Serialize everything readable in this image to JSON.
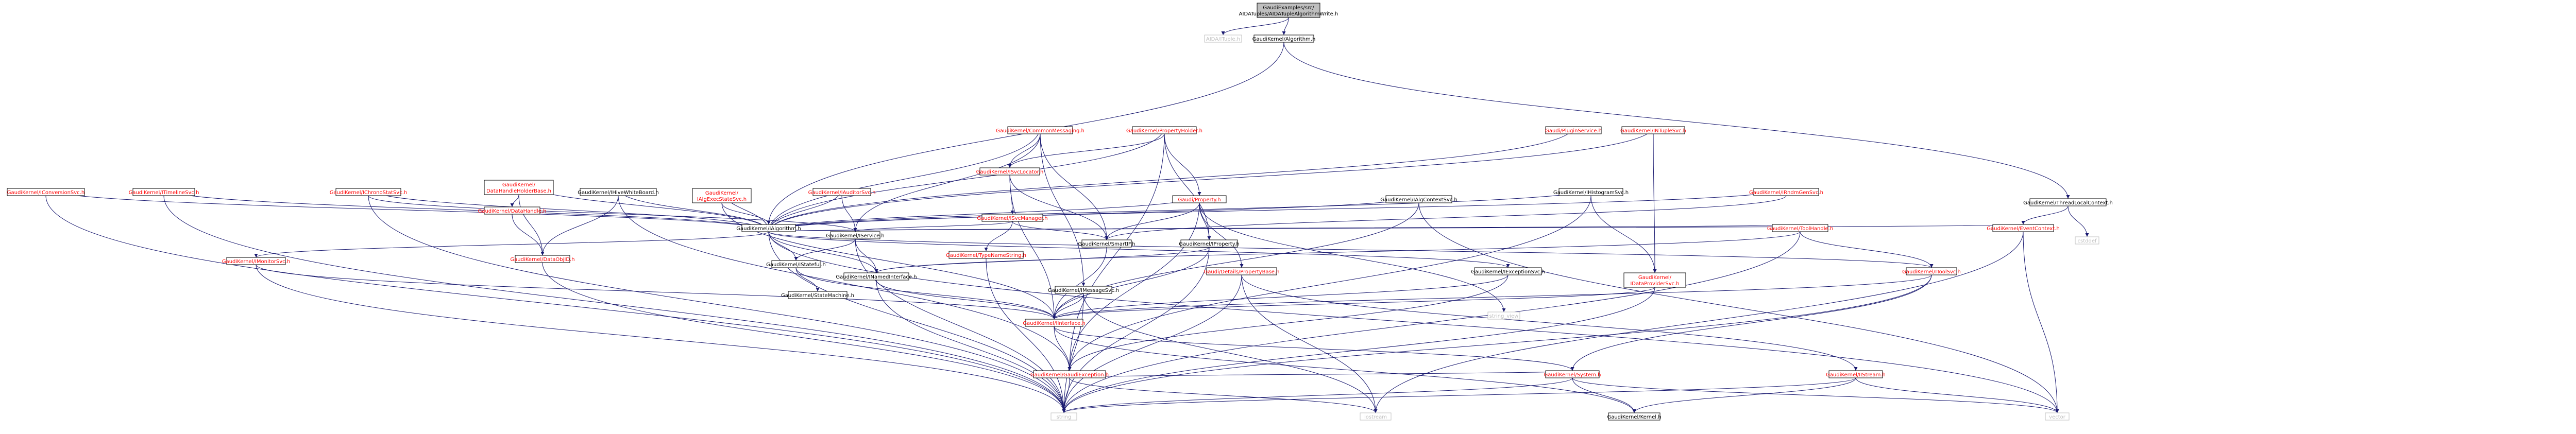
{
  "diagram": {
    "type": "include-dependency-graph",
    "colors": {
      "edge": "#191970",
      "text_default": "#000000",
      "text_link": "#ff0000",
      "text_plain": "#000000",
      "root_fill": "#bfbfbf",
      "node_fill": "#ffffff",
      "node_border": "#000000",
      "external_border": "#bfbfbf",
      "external_text": "#bfbfbf"
    },
    "nodes": [
      {
        "id": "root",
        "label": "GaudiExamples/src/AIDATuples/AIDATupleAlgorithmWrite.h",
        "style": "root"
      },
      {
        "id": "aidatuple",
        "label": "AIDA/ITuple.h",
        "style": "external"
      },
      {
        "id": "galgorithm",
        "label": "GaudiKernel/Algorithm.h",
        "style": "plain"
      },
      {
        "id": "ialgorithm",
        "label": "GaudiKernel/IAlgorithm.h",
        "style": "plain"
      },
      {
        "id": "gaudi_algorithm_core",
        "label": "GaudiKernel/IAlgorithm.h",
        "style": "plain"
      },
      {
        "id": "ialgmgr",
        "label": "GaudiKernel/IConversionSvc.h",
        "style": "link"
      },
      {
        "id": "itimeline",
        "label": "GaudiKernel/ITimelineSvc.h",
        "style": "link"
      },
      {
        "id": "imonitor",
        "label": "GaudiKernel/IMonitorSvc.h",
        "style": "link"
      },
      {
        "id": "datahandleholder",
        "label": "GaudiKernel/DataHandleHolderBase.h",
        "style": "link"
      },
      {
        "id": "datahandle",
        "label": "GaudiKernel/DataHandle.h",
        "style": "link"
      },
      {
        "id": "dataobjid",
        "label": "GaudiKernel/DataObjID.h",
        "style": "link"
      },
      {
        "id": "ichronostat",
        "label": "GaudiKernel/IChronoStatSvc.h",
        "style": "link"
      },
      {
        "id": "ihivewb",
        "label": "GaudiKernel/IHiveWhiteBoard.h",
        "style": "plain"
      },
      {
        "id": "ialgexecstate",
        "label": "GaudiKernel/IAlgExecStateSvc.h",
        "style": "link"
      },
      {
        "id": "iauditorsvc",
        "label": "GaudiKernel/IAuditorSvc.h",
        "style": "link"
      },
      {
        "id": "commonmsg",
        "label": "GaudiKernel/CommonMessaging.h",
        "style": "link"
      },
      {
        "id": "propertyholder",
        "label": "GaudiKernel/PropertyHolder.h",
        "style": "link"
      },
      {
        "id": "isvclocator",
        "label": "GaudiKernel/ISvcLocator.h",
        "style": "link"
      },
      {
        "id": "isvcmanager",
        "label": "GaudiKernel/ISvcManager.h",
        "style": "link"
      },
      {
        "id": "typenamestring",
        "label": "GaudiKernel/TypeNameString.h",
        "style": "link"
      },
      {
        "id": "property",
        "label": "Gaudi/Property.h",
        "style": "link"
      },
      {
        "id": "iproperty",
        "label": "GaudiKernel/IProperty.h",
        "style": "plain"
      },
      {
        "id": "propertybase",
        "label": "Gaudi/Details/PropertyBase.h",
        "style": "link"
      },
      {
        "id": "smartif",
        "label": "GaudiKernel/SmartIF.h",
        "style": "plain"
      },
      {
        "id": "iservice",
        "label": "GaudiKernel/IService.h",
        "style": "plain"
      },
      {
        "id": "istateful",
        "label": "GaudiKernel/IStateful.h",
        "style": "plain"
      },
      {
        "id": "statemachine",
        "label": "GaudiKernel/StateMachine.h",
        "style": "plain"
      },
      {
        "id": "inamedinterface",
        "label": "GaudiKernel/INamedInterface.h",
        "style": "plain"
      },
      {
        "id": "imessagesvc",
        "label": "GaudiKernel/IMessageSvc.h",
        "style": "plain"
      },
      {
        "id": "iinterface",
        "label": "GaudiKernel/IInterface.h",
        "style": "link"
      },
      {
        "id": "galgcontextsvc",
        "label": "GaudiKernel/IAlgContextSvc.h",
        "style": "plain"
      },
      {
        "id": "ihistogramsvc",
        "label": "GaudiKernel/IHistogramSvc.h",
        "style": "plain"
      },
      {
        "id": "idataprovidersvc",
        "label": "GaudiKernel/IDataProviderSvc.h",
        "style": "link"
      },
      {
        "id": "intuplesvc",
        "label": "GaudiKernel/INTupleSvc.h",
        "style": "link"
      },
      {
        "id": "itoolsvc",
        "label": "GaudiKernel/IToolSvc.h",
        "style": "link"
      },
      {
        "id": "toolhandle",
        "label": "GaudiKernel/ToolHandle.h",
        "style": "link"
      },
      {
        "id": "iexceptionsvc",
        "label": "GaudiKernel/IExceptionSvc.h",
        "style": "plain"
      },
      {
        "id": "ialgcontextsvc2",
        "label": "GaudiKernel/IRndmGenSvc.h",
        "style": "link"
      },
      {
        "id": "eventcontext",
        "label": "GaudiKernel/EventContext.h",
        "style": "link"
      },
      {
        "id": "threadlocal",
        "label": "GaudiKernel/ThreadLocalContext.h",
        "style": "plain"
      },
      {
        "id": "ipluginservice",
        "label": "Gaudi/PluginService.h",
        "style": "link"
      },
      {
        "id": "gaudiexception",
        "label": "GaudiKernel/GaudiException.h",
        "style": "link"
      },
      {
        "id": "system",
        "label": "GaudiKernel/System.h",
        "style": "link"
      },
      {
        "id": "kernel",
        "label": "GaudiKernel/Kernel.h",
        "style": "plain"
      },
      {
        "id": "istream",
        "label": "GaudiKernel/IIStream.h",
        "style": "link"
      },
      {
        "id": "string",
        "label": "string",
        "style": "external"
      },
      {
        "id": "iostream",
        "label": "iostream",
        "style": "external"
      },
      {
        "id": "vector",
        "label": "vector",
        "style": "external"
      },
      {
        "id": "string_view",
        "label": "string_view",
        "style": "external"
      },
      {
        "id": "cstddef",
        "label": "cstddef",
        "style": "external"
      }
    ]
  }
}
